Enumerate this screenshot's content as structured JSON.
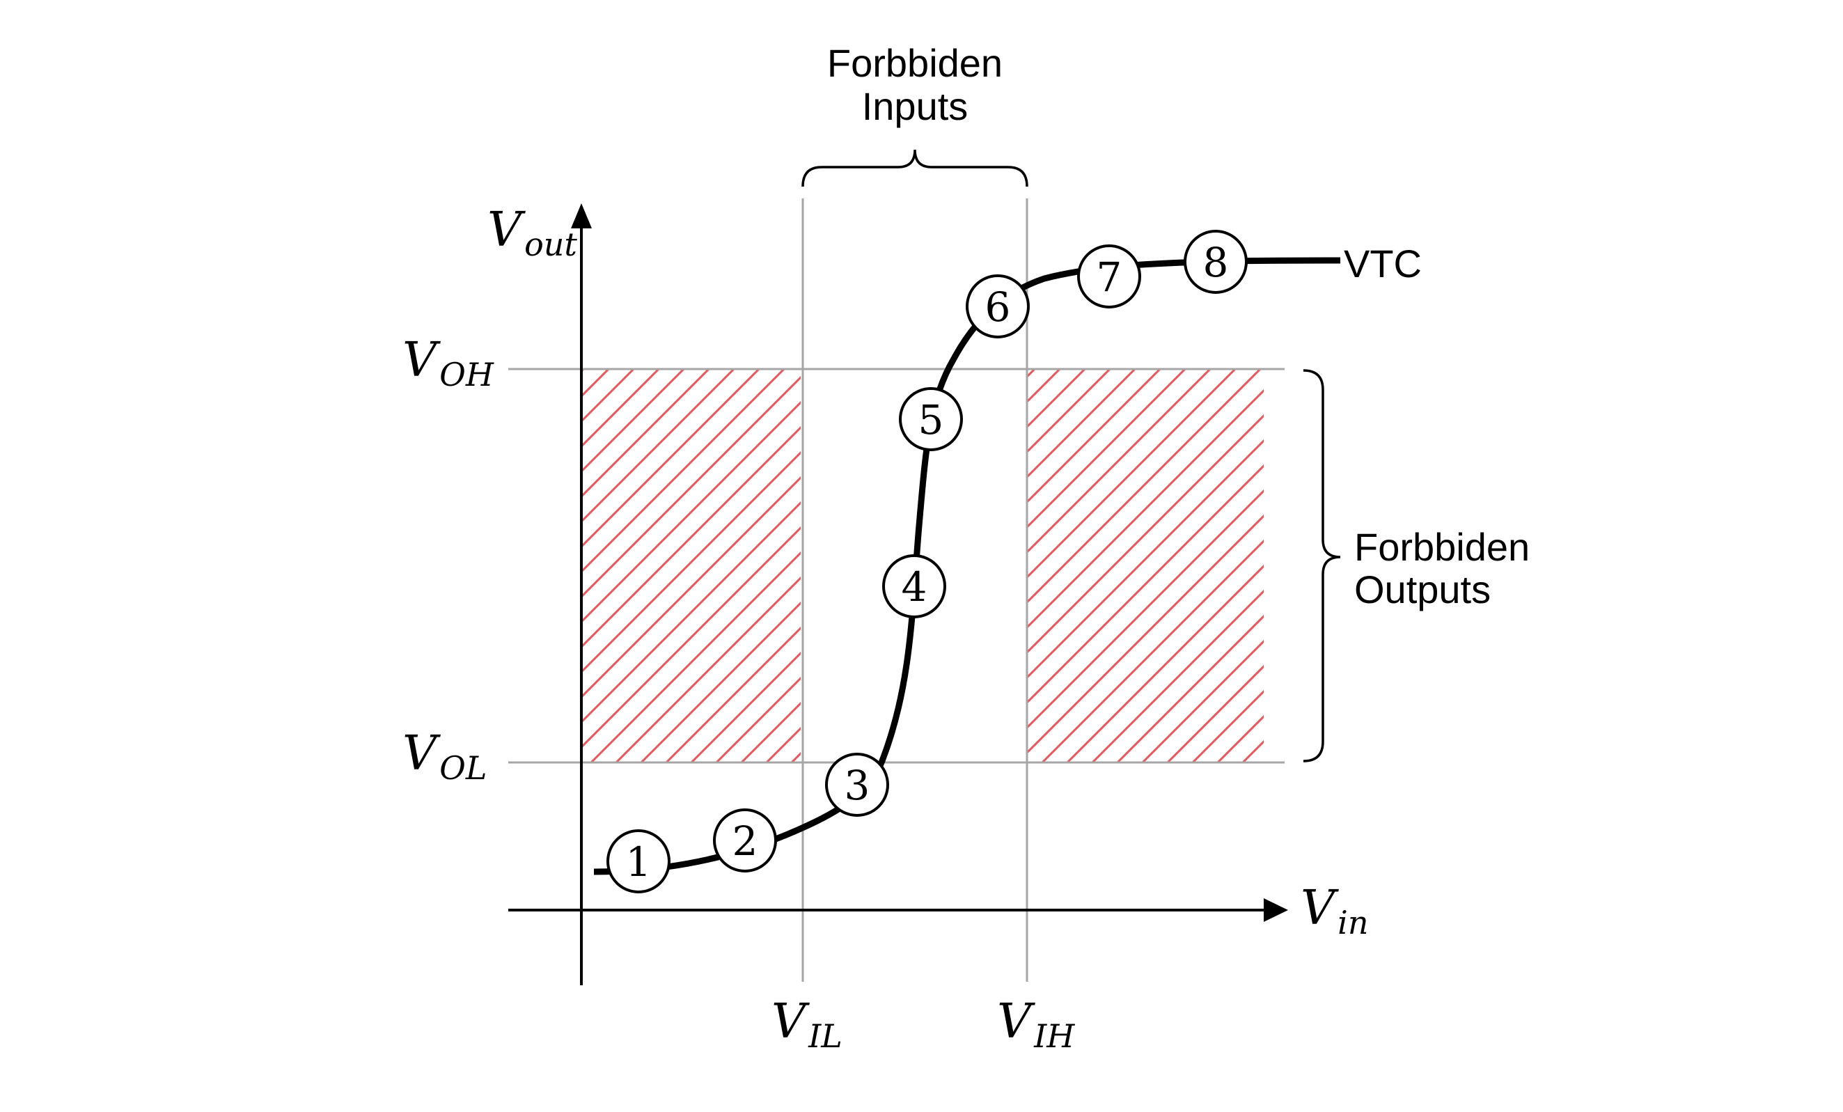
{
  "axes": {
    "x_label_main": "V",
    "x_label_sub": "in",
    "y_label_main": "V",
    "y_label_sub": "out"
  },
  "thresholds": {
    "vol": {
      "main": "V",
      "sub": "OL"
    },
    "voh": {
      "main": "V",
      "sub": "OH"
    },
    "vil": {
      "main": "V",
      "sub": "IL"
    },
    "vih": {
      "main": "V",
      "sub": "IH"
    }
  },
  "annotations": {
    "forbidden_inputs_line1": "Forbbiden",
    "forbidden_inputs_line2": "Inputs",
    "forbidden_outputs_line1": "Forbbiden",
    "forbidden_outputs_line2": "Outputs",
    "curve_label": "VTC"
  },
  "markers": [
    "1",
    "2",
    "3",
    "4",
    "5",
    "6",
    "7",
    "8"
  ],
  "colors": {
    "hatch": "#e8575c",
    "grid_line": "#a6a6a6",
    "curve": "#000000",
    "axis": "#000000"
  }
}
